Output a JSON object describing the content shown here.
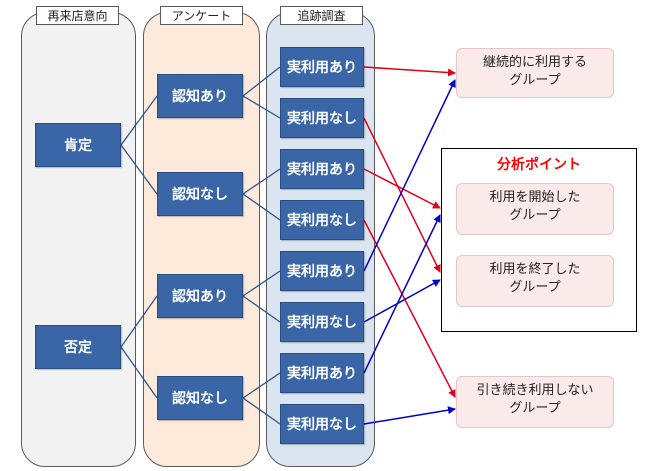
{
  "headers": {
    "col1": "再来店意向",
    "col2": "アンケート",
    "col3": "追跡調査"
  },
  "level1": [
    "肯定",
    "否定"
  ],
  "level2": [
    "認知あり",
    "認知なし",
    "認知あり",
    "認知なし"
  ],
  "level3": [
    "実利用あり",
    "実利用なし",
    "実利用あり",
    "実利用なし",
    "実利用あり",
    "実利用なし",
    "実利用あり",
    "実利用なし"
  ],
  "outcomes": {
    "continue": {
      "line1": "継続的に利用する",
      "line2": "グループ"
    },
    "started": {
      "line1": "利用を開始した",
      "line2": "グループ"
    },
    "ended": {
      "line1": "利用を終了した",
      "line2": "グループ"
    },
    "never": {
      "line1": "引き続き利用しない",
      "line2": "グループ"
    }
  },
  "analysis_title": "分析ポイント",
  "colors": {
    "node": "#3a66a8",
    "arrow_red": "#e0001b",
    "arrow_blue": "#0000cc",
    "outcome_bg": "#fbeaea"
  }
}
